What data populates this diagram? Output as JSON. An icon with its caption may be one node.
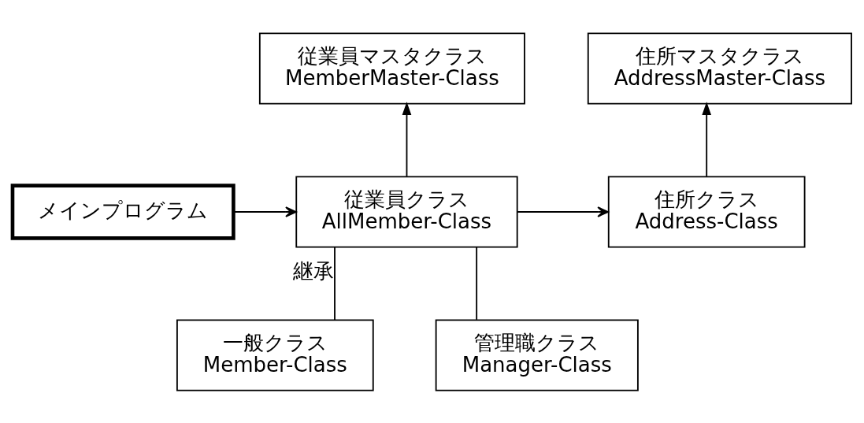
{
  "diagram": {
    "nodes": [
      {
        "text": [
          "メインプログラム"
        ]
      },
      {
        "text": [
          "従業員クラス",
          "AllMember-Class"
        ]
      },
      {
        "text": [
          "従業員マスタクラス",
          "MemberMaster-Class"
        ]
      },
      {
        "text": [
          "住所クラス",
          "Address-Class"
        ]
      },
      {
        "text": [
          "住所マスタクラス",
          "AddressMaster-Class"
        ]
      },
      {
        "text": [
          "一般クラス",
          "Member-Class"
        ]
      },
      {
        "text": [
          "管理職クラス",
          "Manager-Class"
        ]
      }
    ],
    "edges": [
      {
        "from": 0,
        "to": 1,
        "arrow": "to"
      },
      {
        "from": 1,
        "to": 2,
        "arrow": "to"
      },
      {
        "from": 1,
        "to": 3,
        "arrow": "to"
      },
      {
        "from": 3,
        "to": 4,
        "arrow": "to"
      },
      {
        "from": 1,
        "to": 5,
        "arrow": "none",
        "label": "継承"
      },
      {
        "from": 1,
        "to": 6,
        "arrow": "none"
      }
    ]
  }
}
